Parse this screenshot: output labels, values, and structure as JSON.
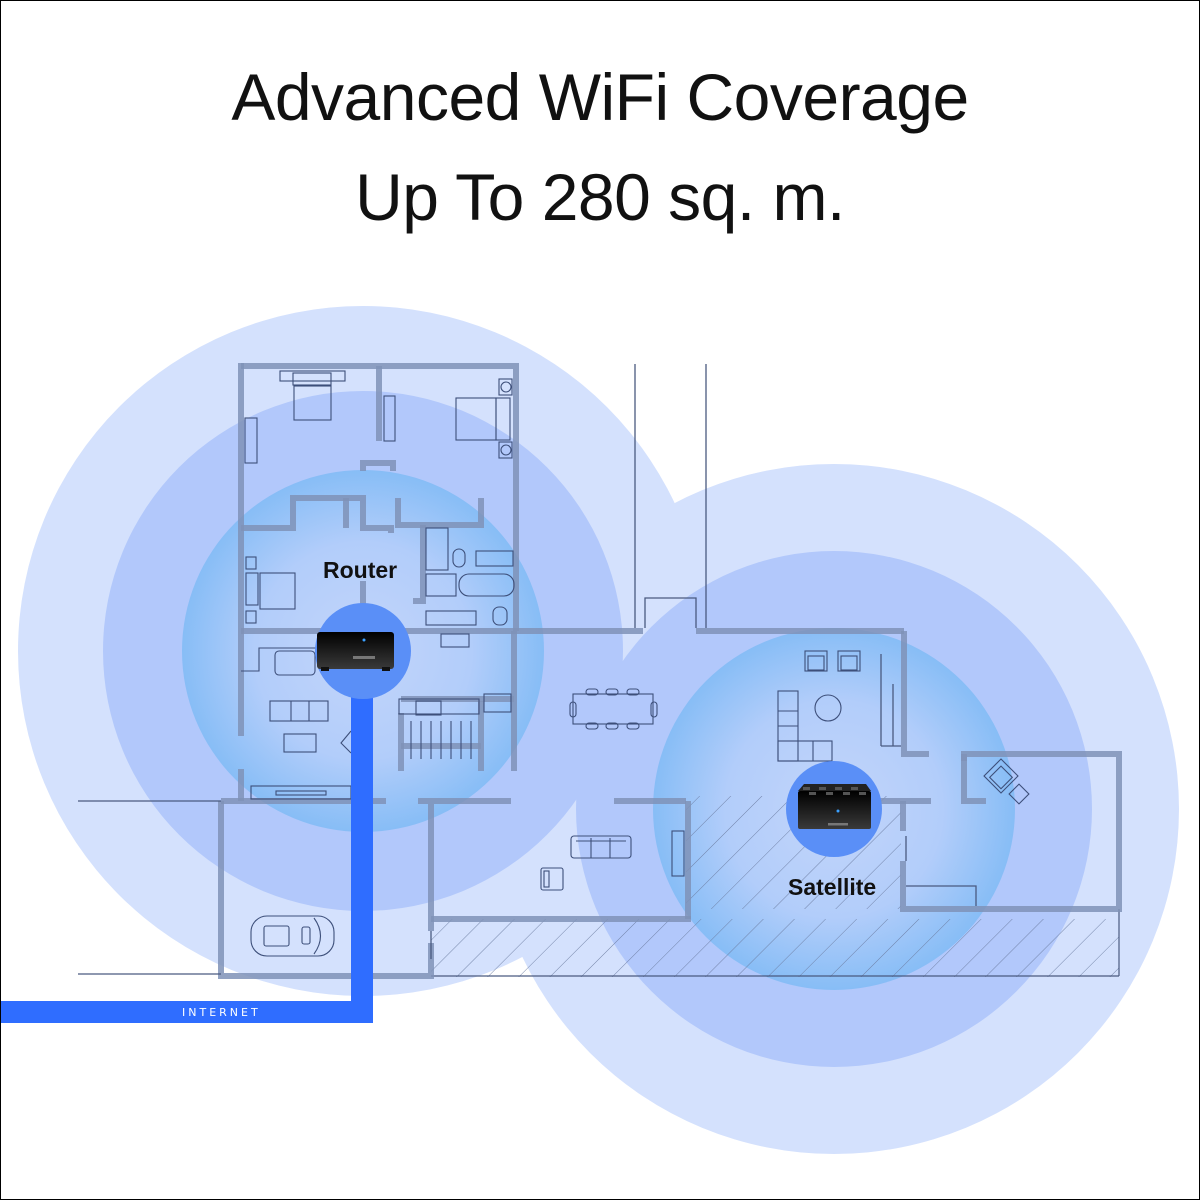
{
  "header": {
    "title_line1": "Advanced WiFi Coverage",
    "title_line2": "Up To 280 sq. m."
  },
  "devices": [
    {
      "name": "router",
      "label": "Router",
      "icon": "router-icon"
    },
    {
      "name": "satellite",
      "label": "Satellite",
      "icon": "satellite-icon"
    }
  ],
  "cable": {
    "label": "INTERNET",
    "color": "#2f6dff"
  },
  "colors": {
    "outer_ring": "#d4e1fd",
    "middle_ring": "#b2c8fb",
    "inner_ring": "#8fc0f7",
    "device_disc": "#5a8ff7",
    "wall": "#7f92b7",
    "furniture_line": "#3d4f7a"
  }
}
